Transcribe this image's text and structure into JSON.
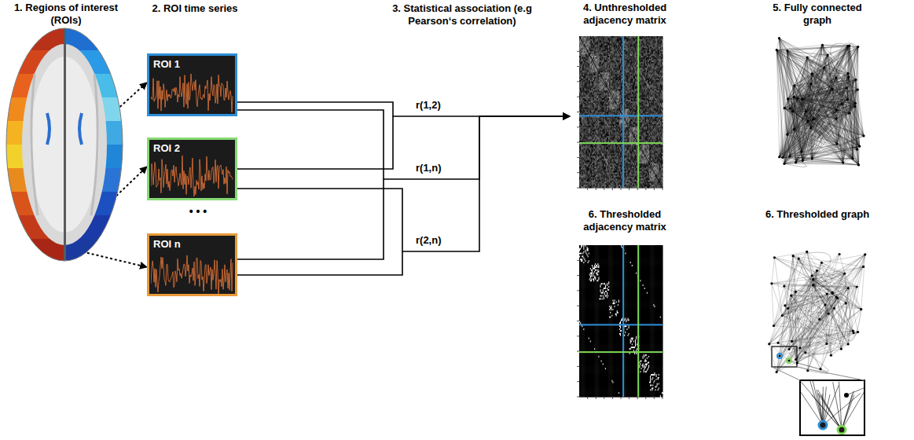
{
  "diagram": {
    "nodes": [
      {
        "text": [
          "1. Regions of interest (ROIs)"
        ]
      },
      {
        "text": [
          "ROI 1"
        ]
      },
      {
        "text": [
          "ROI 2"
        ]
      },
      {
        "text": [
          "ROI n"
        ]
      },
      {
        "text": [
          "4. Unthresholded adjacency matrix"
        ]
      },
      {
        "text": [
          "5. Fully connected graph"
        ]
      },
      {
        "text": [
          "6. Thresholded adjacency matrix"
        ]
      },
      {
        "text": [
          "6. Thresholded graph"
        ]
      }
    ],
    "edges": [
      {
        "from": 0,
        "to": 1,
        "arrow": "to"
      },
      {
        "from": 0,
        "to": 2,
        "arrow": "to"
      },
      {
        "from": 0,
        "to": 3,
        "arrow": "to"
      },
      {
        "from": 1,
        "to": 4,
        "arrow": "to"
      },
      {
        "from": 2,
        "to": 4,
        "arrow": "to"
      },
      {
        "from": 3,
        "to": 4,
        "arrow": "to"
      }
    ],
    "labels": [
      "2. ROI time series",
      "3. Statistical association (e.g Pearson‘s correlation)",
      "• • •",
      "r(1,2)",
      "r(1,n)",
      "r(2,n)"
    ]
  }
}
